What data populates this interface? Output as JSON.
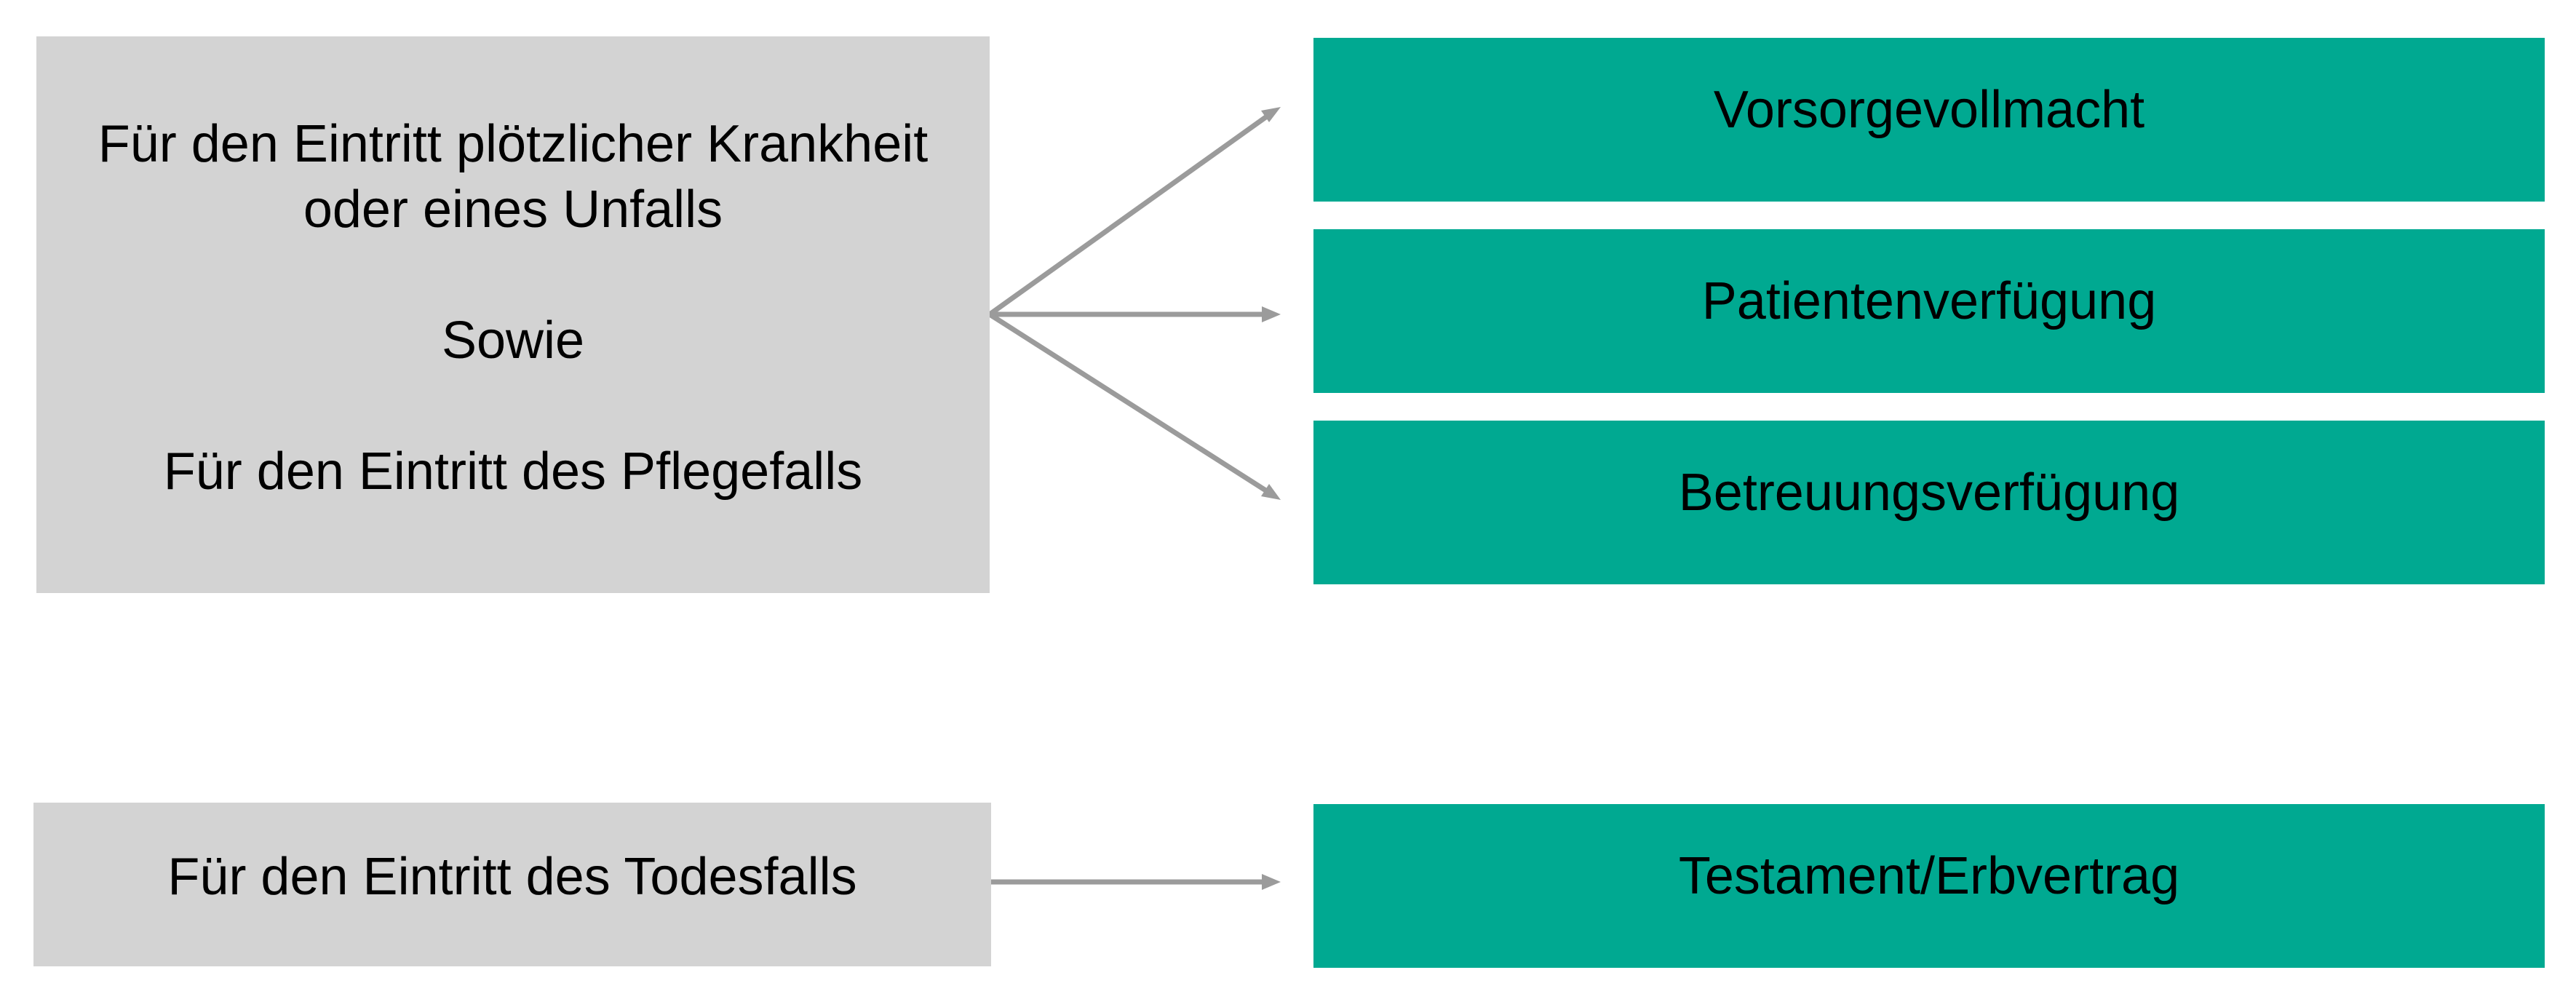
{
  "conditions": [
    {
      "lines": [
        "Für den Eintritt plötzlicher Krankheit",
        "oder eines Unfalls",
        "",
        "Sowie",
        "",
        "Für den Eintritt des Pflegefalls"
      ]
    },
    {
      "lines": [
        "Für den Eintritt des Todesfalls"
      ]
    }
  ],
  "documents": [
    {
      "label": "Vorsorgevollmacht"
    },
    {
      "label": "Patientenverfügung"
    },
    {
      "label": "Betreuungsverfügung"
    },
    {
      "label": "Testament/Erbvertrag"
    }
  ],
  "colors": {
    "condition_fill": "#d3d3d3",
    "document_fill": "#00a991",
    "arrow": "#9b9b9b"
  },
  "connections": [
    {
      "from": "conditions.0",
      "to": "documents.0"
    },
    {
      "from": "conditions.0",
      "to": "documents.1"
    },
    {
      "from": "conditions.0",
      "to": "documents.2"
    },
    {
      "from": "conditions.1",
      "to": "documents.3"
    }
  ]
}
